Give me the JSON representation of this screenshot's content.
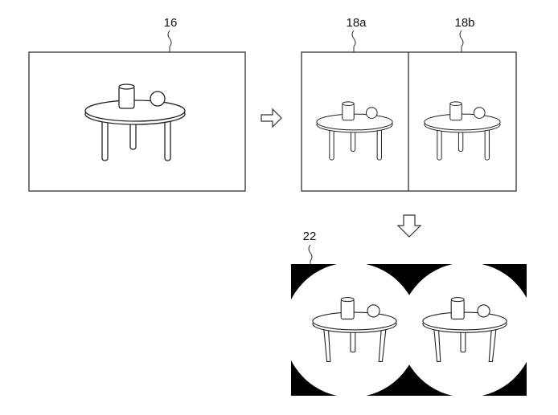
{
  "labels": {
    "original_image": "16",
    "left_eye_image": "18a",
    "right_eye_image": "18b",
    "distorted_output": "22"
  },
  "colors": {
    "line": "#222222",
    "mask": "#000000",
    "background": "#ffffff"
  },
  "icons": [
    "arrow-right-icon",
    "arrow-down-icon",
    "table-illustration"
  ]
}
